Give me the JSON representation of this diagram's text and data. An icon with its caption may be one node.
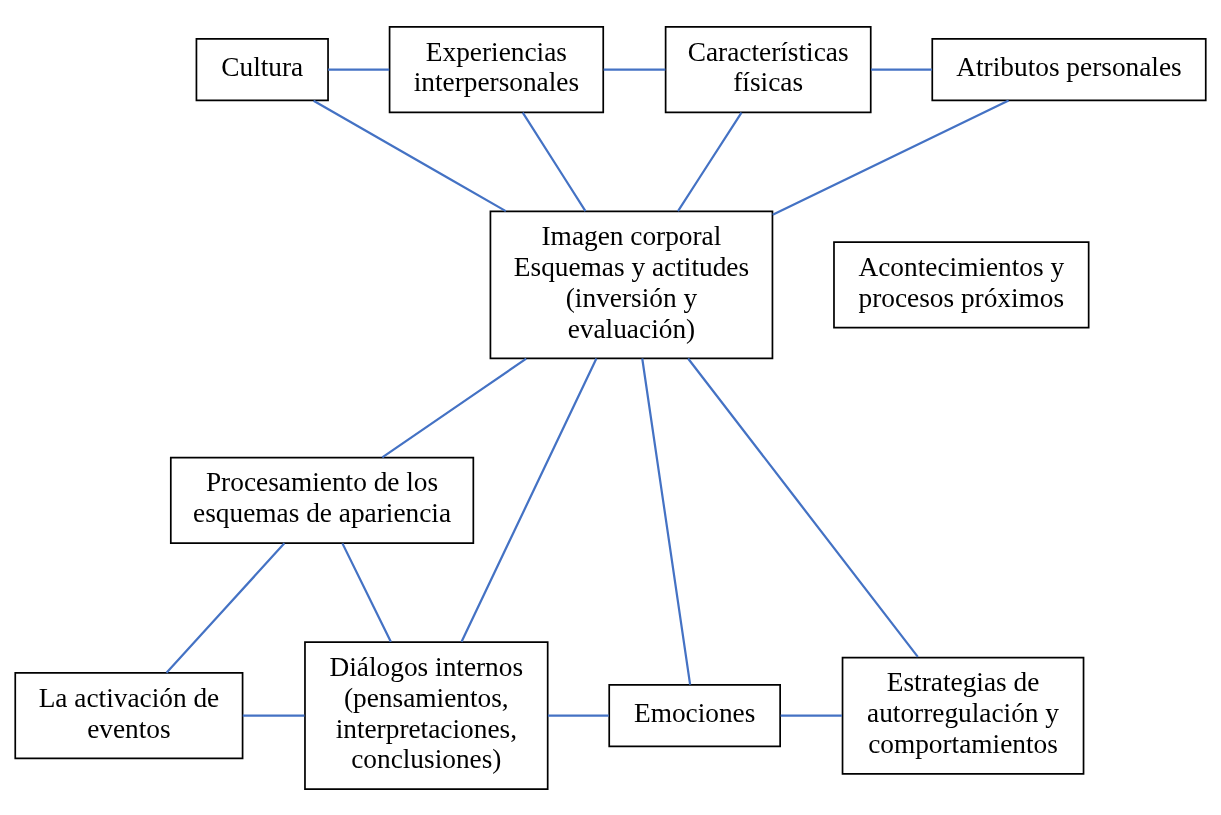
{
  "diagram": {
    "nodes": [
      {
        "text": [
          "Cultura"
        ]
      },
      {
        "text": [
          "Experiencias interpersonales"
        ]
      },
      {
        "text": [
          "Características físicas"
        ]
      },
      {
        "text": [
          "Atributos personales"
        ]
      },
      {
        "text": [
          "Imagen corporal",
          "Esquemas y actitudes (inversión y evaluación)"
        ]
      },
      {
        "text": [
          "Acontecimientos y procesos próximos"
        ]
      },
      {
        "text": [
          "Procesamiento de los esquemas de apariencia"
        ]
      },
      {
        "text": [
          "La activación de eventos"
        ]
      },
      {
        "text": [
          "Diálogos internos (pensamientos, interpretaciones, conclusiones)"
        ]
      },
      {
        "text": [
          "Emociones"
        ]
      },
      {
        "text": [
          "Estrategias de autorregulación y comportamientos"
        ]
      }
    ],
    "edges": [
      {
        "from": 0,
        "to": 1,
        "arrow": "none"
      },
      {
        "from": 1,
        "to": 2,
        "arrow": "none"
      },
      {
        "from": 2,
        "to": 3,
        "arrow": "none"
      },
      {
        "from": 0,
        "to": 4,
        "arrow": "none"
      },
      {
        "from": 1,
        "to": 4,
        "arrow": "none"
      },
      {
        "from": 2,
        "to": 4,
        "arrow": "none"
      },
      {
        "from": 3,
        "to": 4,
        "arrow": "none"
      },
      {
        "from": 4,
        "to": 6,
        "arrow": "none"
      },
      {
        "from": 4,
        "to": 8,
        "arrow": "none"
      },
      {
        "from": 4,
        "to": 9,
        "arrow": "none"
      },
      {
        "from": 4,
        "to": 10,
        "arrow": "none"
      },
      {
        "from": 6,
        "to": 7,
        "arrow": "none"
      },
      {
        "from": 6,
        "to": 8,
        "arrow": "none"
      },
      {
        "from": 7,
        "to": 8,
        "arrow": "none"
      },
      {
        "from": 8,
        "to": 9,
        "arrow": "none"
      },
      {
        "from": 9,
        "to": 10,
        "arrow": "none"
      }
    ]
  }
}
